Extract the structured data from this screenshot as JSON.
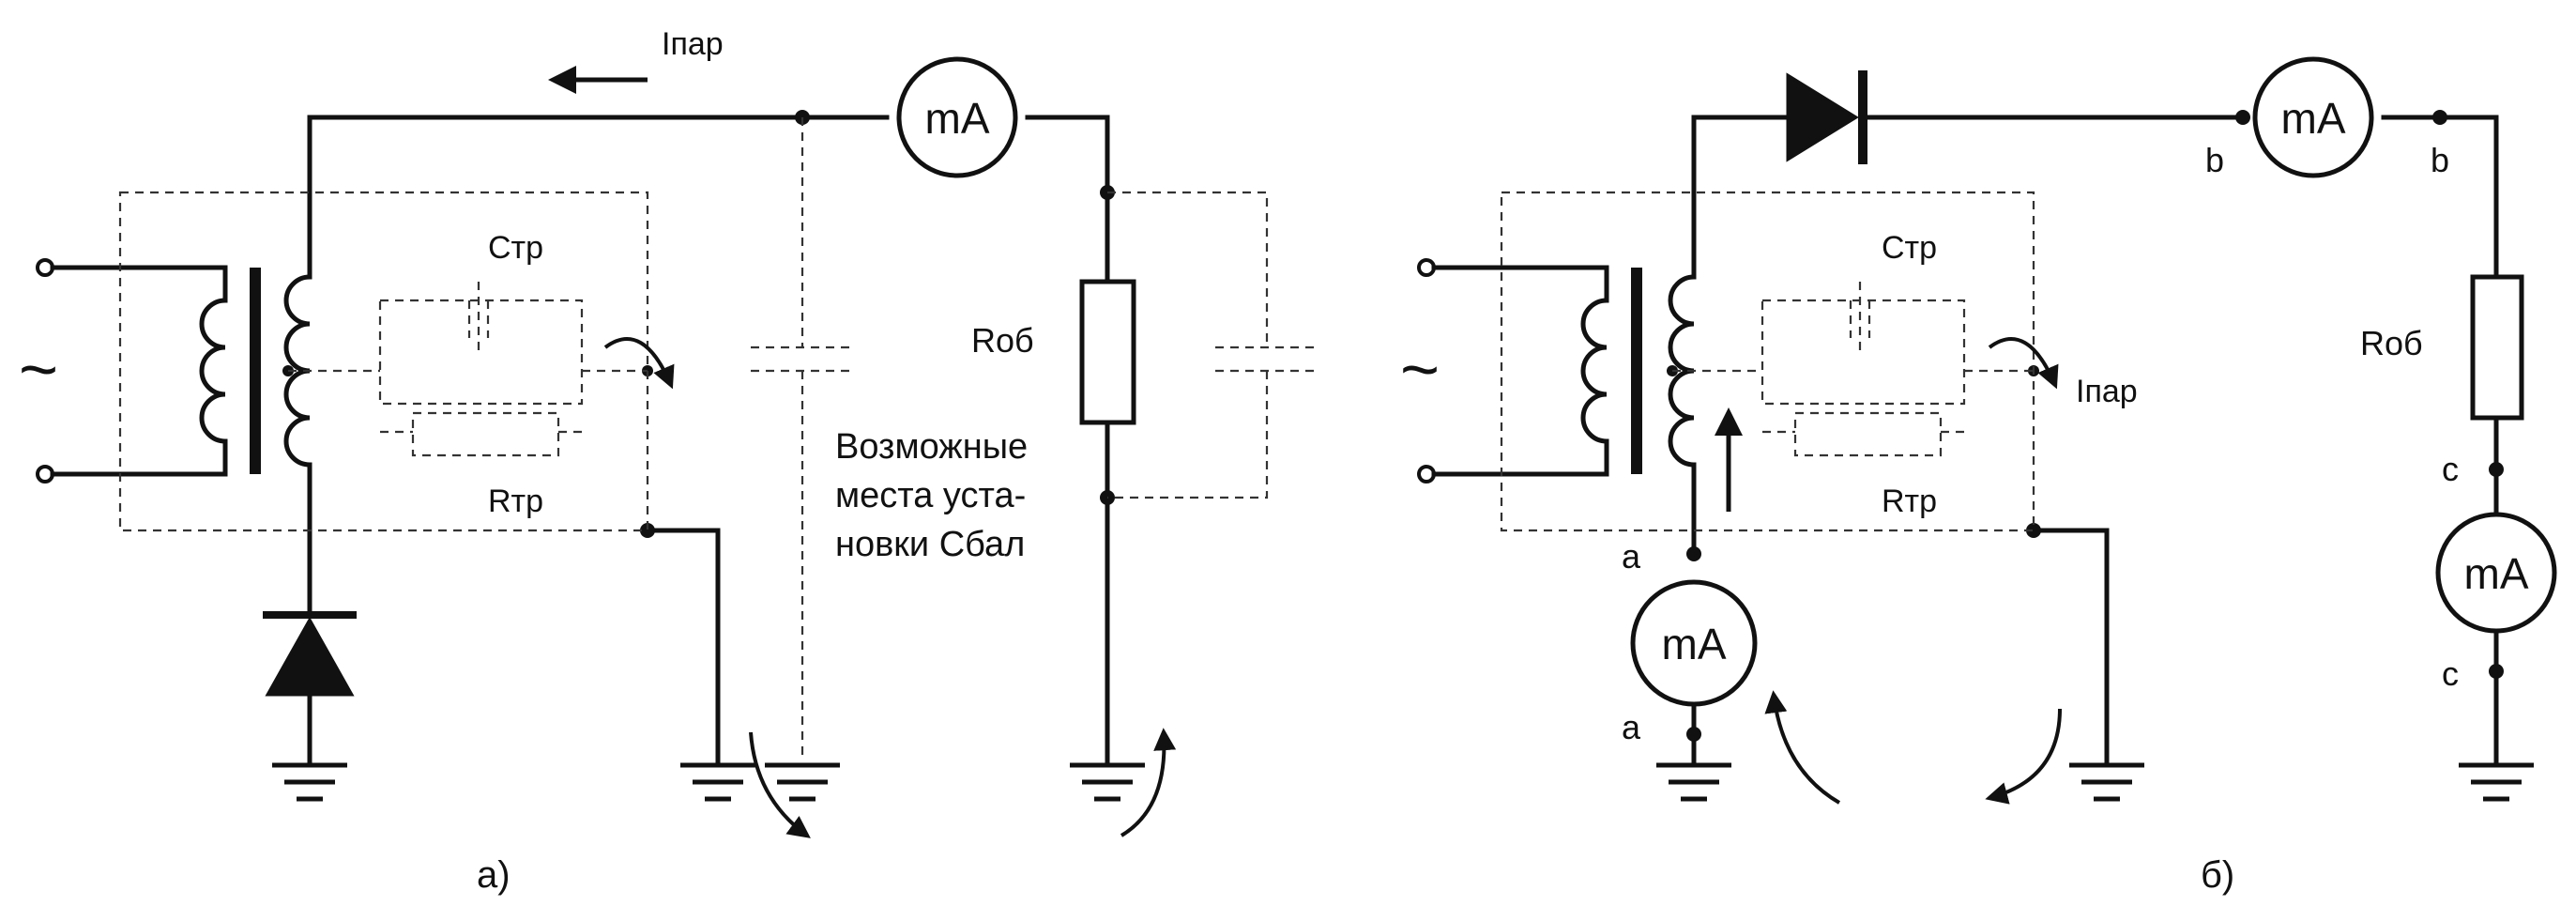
{
  "colors": {
    "ink": "#111111",
    "background": "#ffffff"
  },
  "labels": {
    "ac_symbol": "~",
    "meter": "mA",
    "capacitance": "Cтр",
    "resistance_tr": "Rтр",
    "resistance_ob": "Rоб",
    "current": "Iпар",
    "node_a": "a",
    "node_b": "b",
    "node_c": "c"
  },
  "diagram_a": {
    "caption": "а)",
    "note_lines": [
      "Возможные",
      "места уста-",
      "новки Cбал"
    ]
  },
  "diagram_b": {
    "caption": "б)"
  }
}
